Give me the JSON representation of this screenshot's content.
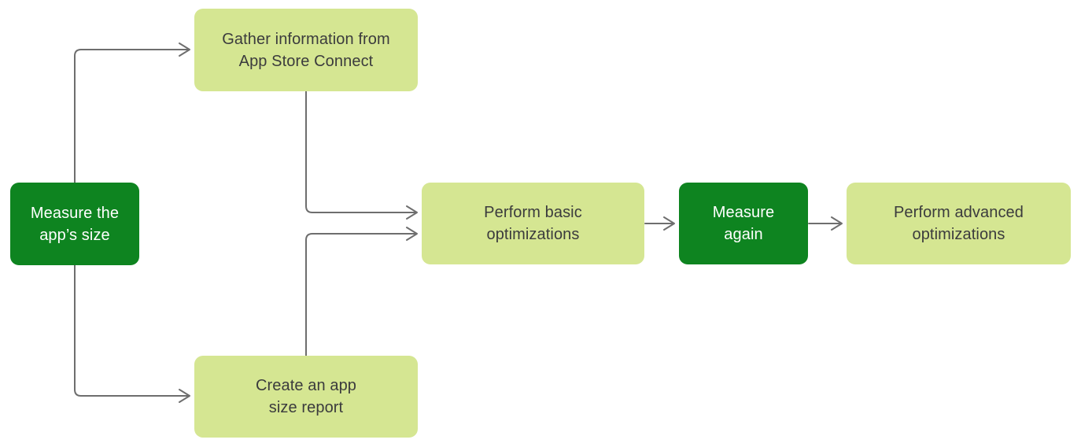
{
  "colors": {
    "canvas-bg": "#ffffff",
    "node-dark-bg": "#0e8420",
    "node-dark-text": "#ffffff",
    "node-light-bg": "#d5e692",
    "node-light-text": "#3b3b3d",
    "arrow": "#6e6e6e"
  },
  "nodes": {
    "measure_size": {
      "line1": "Measure the",
      "line2": "app’s size"
    },
    "gather_info": {
      "line1": "Gather information from",
      "line2": "App Store Connect"
    },
    "create_report": {
      "line1": "Create an app",
      "line2": "size report"
    },
    "perform_basic": {
      "line1": "Perform basic",
      "line2": "optimizations"
    },
    "measure_again": {
      "line1": "Measure",
      "line2": "again"
    },
    "perform_advanced": {
      "line1": "Perform advanced",
      "line2": "optimizations"
    }
  }
}
